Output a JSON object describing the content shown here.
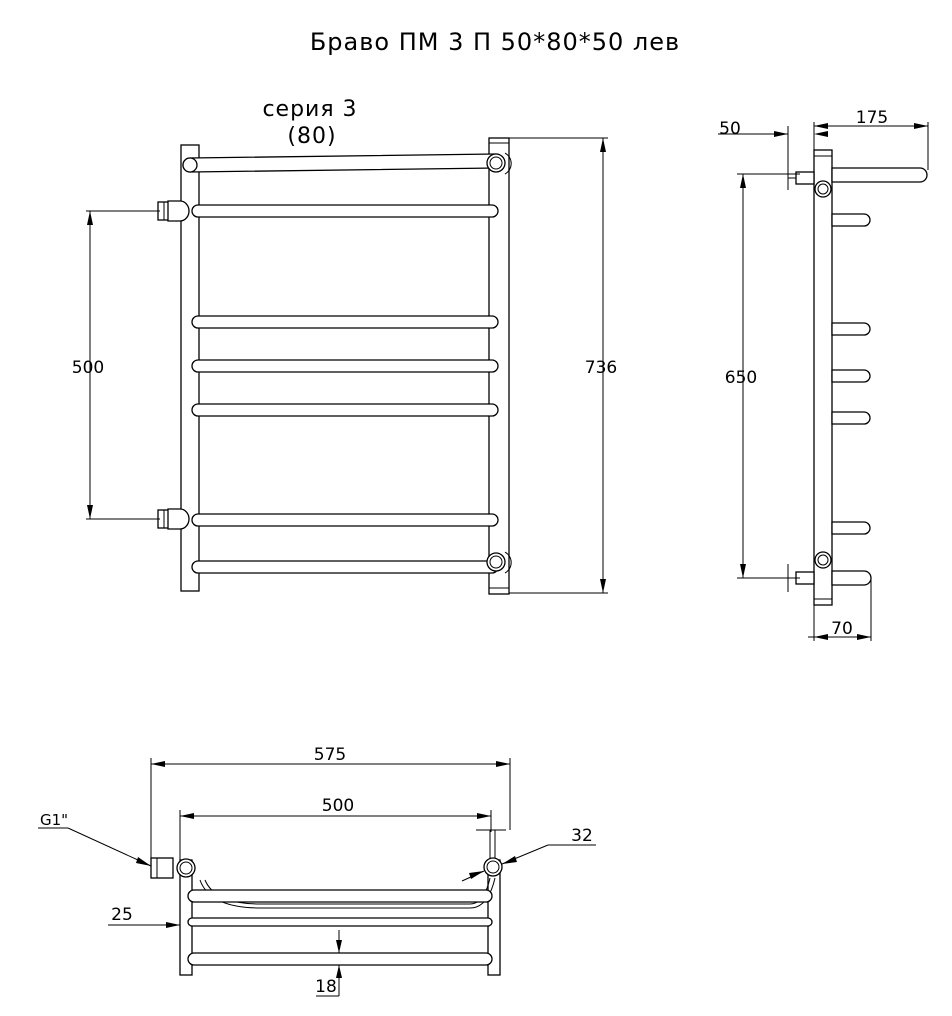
{
  "title": "Браво ПМ 3 П 50*80*50 лев",
  "series": {
    "line1": "серия 3",
    "line2": "(80)"
  },
  "front_view": {
    "dim_left": "500",
    "dim_right": "736"
  },
  "side_view": {
    "dim_top_left": "50",
    "dim_top_right": "175",
    "dim_left": "650",
    "dim_bottom": "70"
  },
  "top_view": {
    "dim_overall": "575",
    "dim_inner": "500",
    "thread_label": "G1\"",
    "dim_pipe": "32",
    "dim_offset": "25",
    "dim_rung": "18"
  }
}
